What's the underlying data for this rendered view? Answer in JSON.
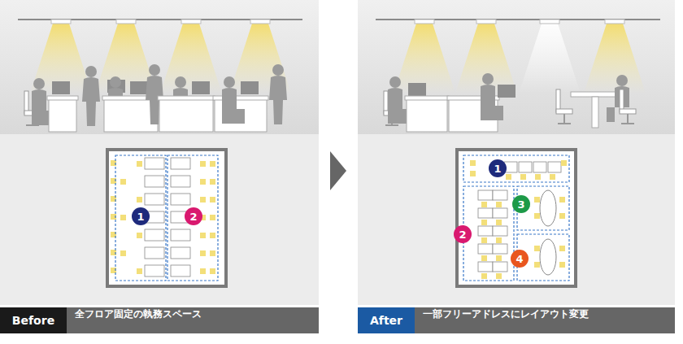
{
  "diagram": {
    "nodes": [
      {
        "text": [
          "1"
        ]
      },
      {
        "text": [
          "2"
        ]
      },
      {
        "text": [
          "Before"
        ]
      },
      {
        "text": [
          "全フロア固定の執務スペース"
        ]
      },
      {
        "text": [
          "1"
        ]
      },
      {
        "text": [
          "2"
        ]
      },
      {
        "text": [
          "3"
        ]
      },
      {
        "text": [
          "4"
        ]
      },
      {
        "text": [
          "After"
        ]
      },
      {
        "text": [
          "一部フリーアドレスにレイアウト変更"
        ]
      }
    ]
  }
}
